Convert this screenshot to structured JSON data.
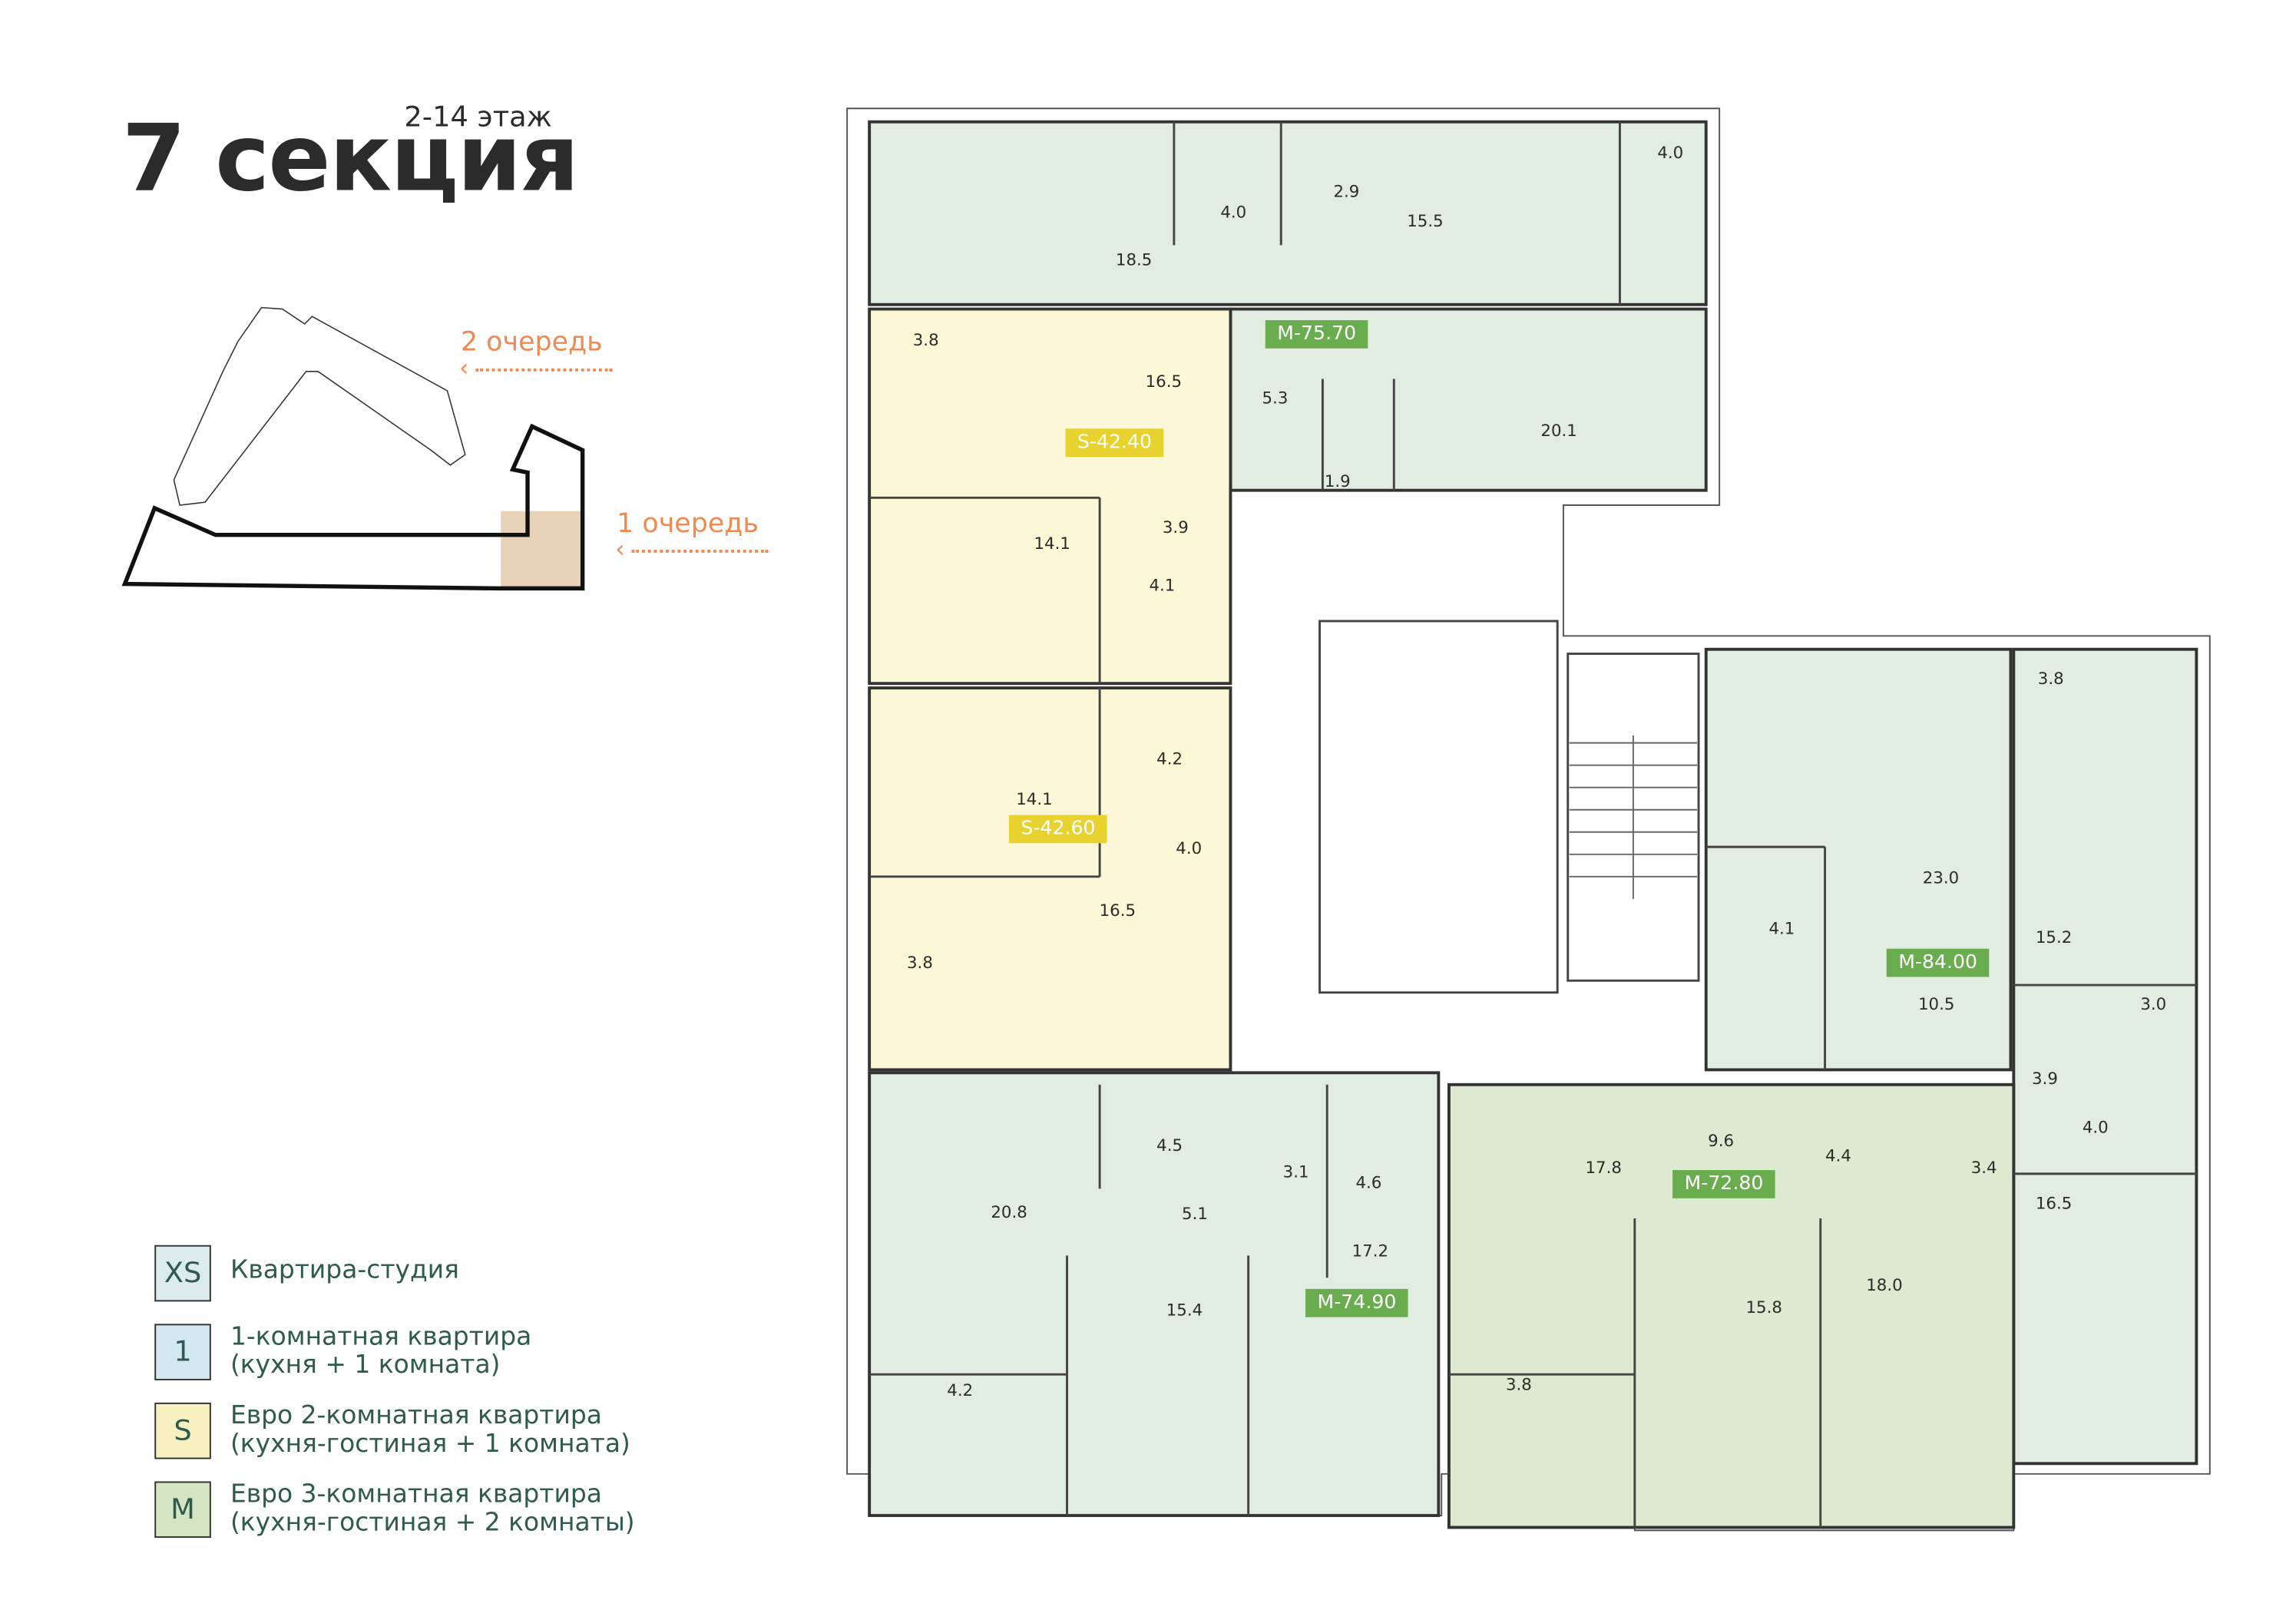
{
  "header": {
    "title": "7 секция",
    "floors": "2-14 этаж"
  },
  "keyplan": {
    "queue2": "2 очередь",
    "queue1": "1 очередь",
    "highlight_color": "#e8d3b8"
  },
  "legend": [
    {
      "code": "XS",
      "line1": "Квартира-студия",
      "line2": "",
      "color": "#dcebeb"
    },
    {
      "code": "1",
      "line1": "1-комнатная квартира",
      "line2": "(кухня + 1 комната)",
      "color": "#d4e8f2"
    },
    {
      "code": "S",
      "line1": "Евро 2-комнатная квартира",
      "line2": "(кухня-гостиная + 1 комната)",
      "color": "#f7f1c2"
    },
    {
      "code": "M",
      "line1": "Евро 3-комнатная квартира",
      "line2": "(кухня-гостиная + 2 комнаты)",
      "color": "#d5e5c3"
    }
  ],
  "colors": {
    "green_badge": "#6aad4e",
    "yellow_badge": "#e8d230",
    "green_fill": "#e1ede0",
    "green_fill2": "#dde9d0",
    "yellow_fill": "#fcf7d6"
  },
  "apartments": [
    "M-75.70",
    "S-42.40",
    "S-42.60",
    "M-84.00",
    "M-74.90",
    "M-72.80"
  ],
  "rooms": [
    "18.5",
    "4.0",
    "2.9",
    "15.5",
    "4.0",
    "5.3",
    "20.1",
    "1.9",
    "3.8",
    "16.5",
    "14.1",
    "3.9",
    "4.1",
    "4.2",
    "14.1",
    "4.0",
    "16.5",
    "3.8",
    "3.8",
    "23.0",
    "4.1",
    "15.2",
    "3.0",
    "10.5",
    "3.9",
    "4.0",
    "16.5",
    "4.5",
    "20.8",
    "5.1",
    "3.1",
    "4.6",
    "17.2",
    "15.4",
    "4.2",
    "17.8",
    "9.6",
    "4.4",
    "3.4",
    "18.0",
    "15.8",
    "3.8"
  ]
}
